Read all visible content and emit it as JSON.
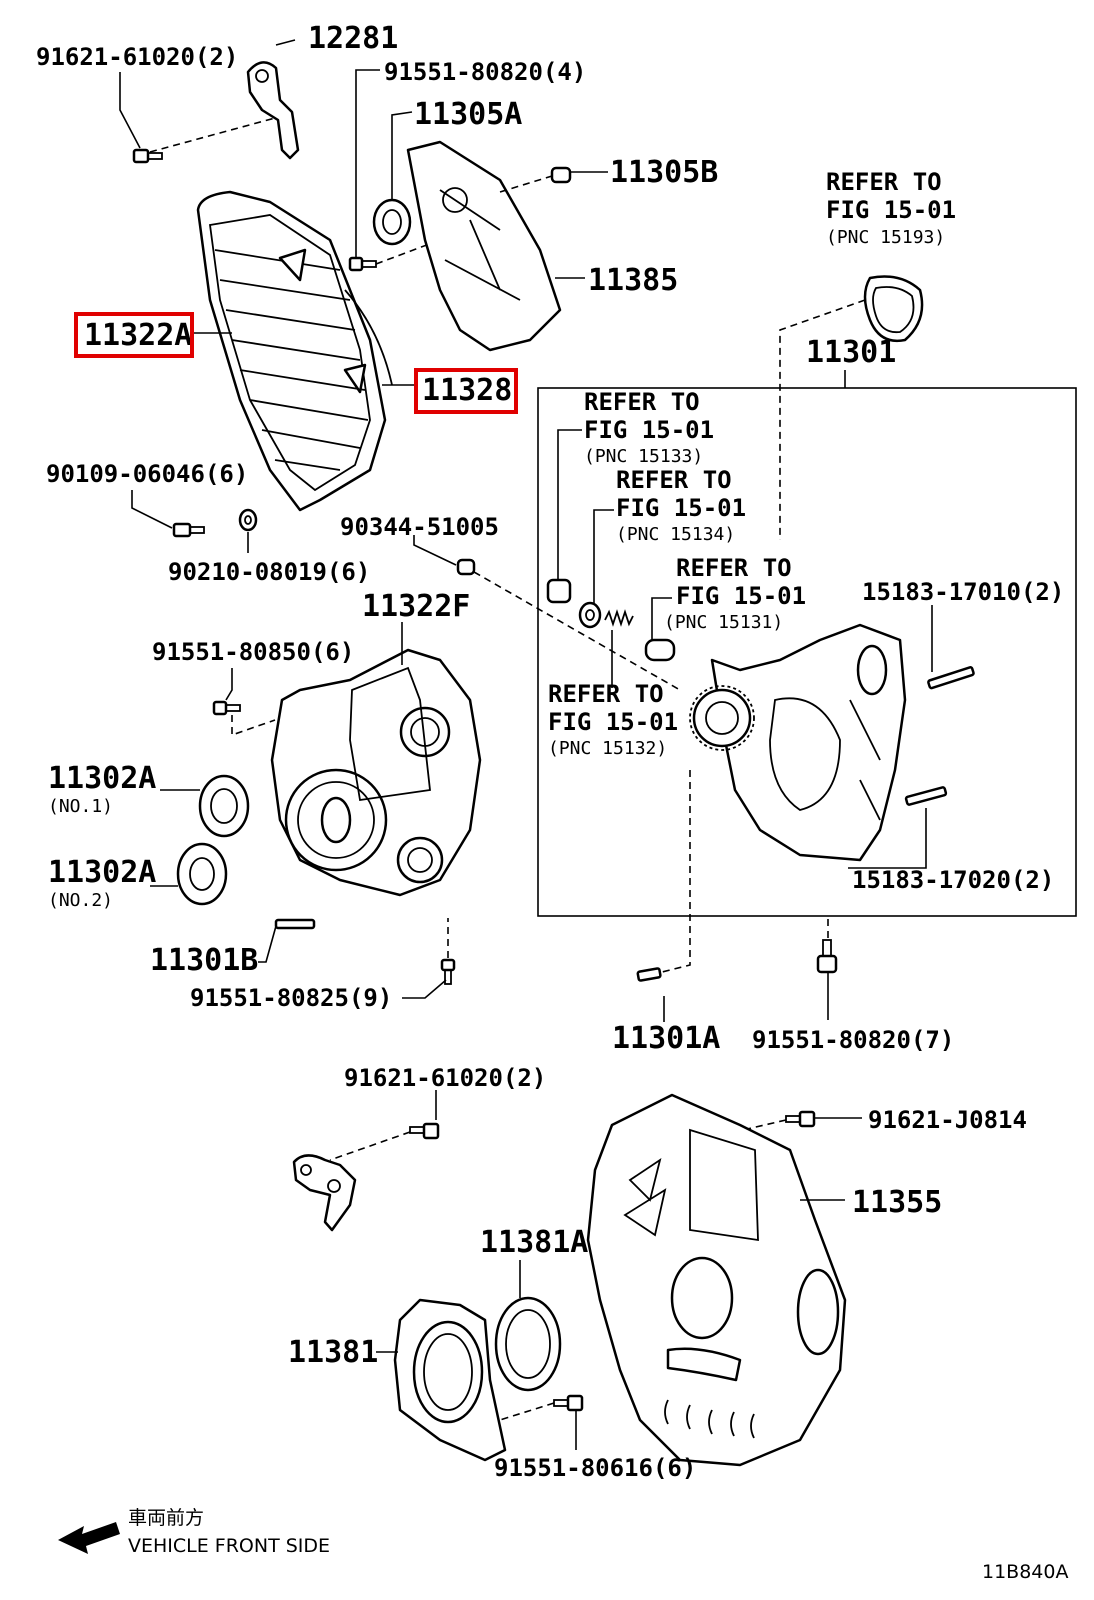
{
  "parts": {
    "p12281": "12281",
    "p91621_61020_top": "91621-61020(2)",
    "p91551_80820_4": "91551-80820(4)",
    "p11305A": "11305A",
    "p11305B": "11305B",
    "p11385": "11385",
    "p11322A": "11322A",
    "p11328": "11328",
    "p90109": "90109-06046(6)",
    "p90210": "90210-08019(6)",
    "p90344": "90344-51005",
    "p11322F": "11322F",
    "p91551_80850": "91551-80850(6)",
    "p11302A_1": "11302A",
    "p11302A_1_sub": "(NO.1)",
    "p11302A_2": "11302A",
    "p11302A_2_sub": "(NO.2)",
    "p11301B": "11301B",
    "p91551_80825": "91551-80825(9)",
    "p11301": "11301",
    "p15183_17010": "15183-17010(2)",
    "p15183_17020": "15183-17020(2)",
    "p11301A": "11301A",
    "p91551_80820_7": "91551-80820(7)",
    "p91621_61020_bot": "91621-61020(2)",
    "p91621_J0814": "91621-J0814",
    "p11355": "11355",
    "p11381A": "11381A",
    "p11381": "11381",
    "p91551_80616": "91551-80616(6)"
  },
  "refs": {
    "r15193": [
      "REFER TO",
      "FIG 15-01",
      "(PNC 15193)"
    ],
    "r15133": [
      "REFER TO",
      "FIG 15-01",
      "(PNC 15133)"
    ],
    "r15134": [
      "REFER TO",
      "FIG 15-01",
      "(PNC 15134)"
    ],
    "r15131": [
      "REFER TO",
      "FIG 15-01",
      "(PNC 15131)"
    ],
    "r15132": [
      "REFER TO",
      "FIG 15-01",
      "(PNC 15132)"
    ]
  },
  "highlighted": [
    "11322A",
    "11328"
  ],
  "highlight_color": "#e00000",
  "legend": {
    "jp": "車両前方",
    "en": "VEHICLE FRONT SIDE",
    "arrow_icon": "arrow-left-icon"
  },
  "figure_id": "11B840A"
}
